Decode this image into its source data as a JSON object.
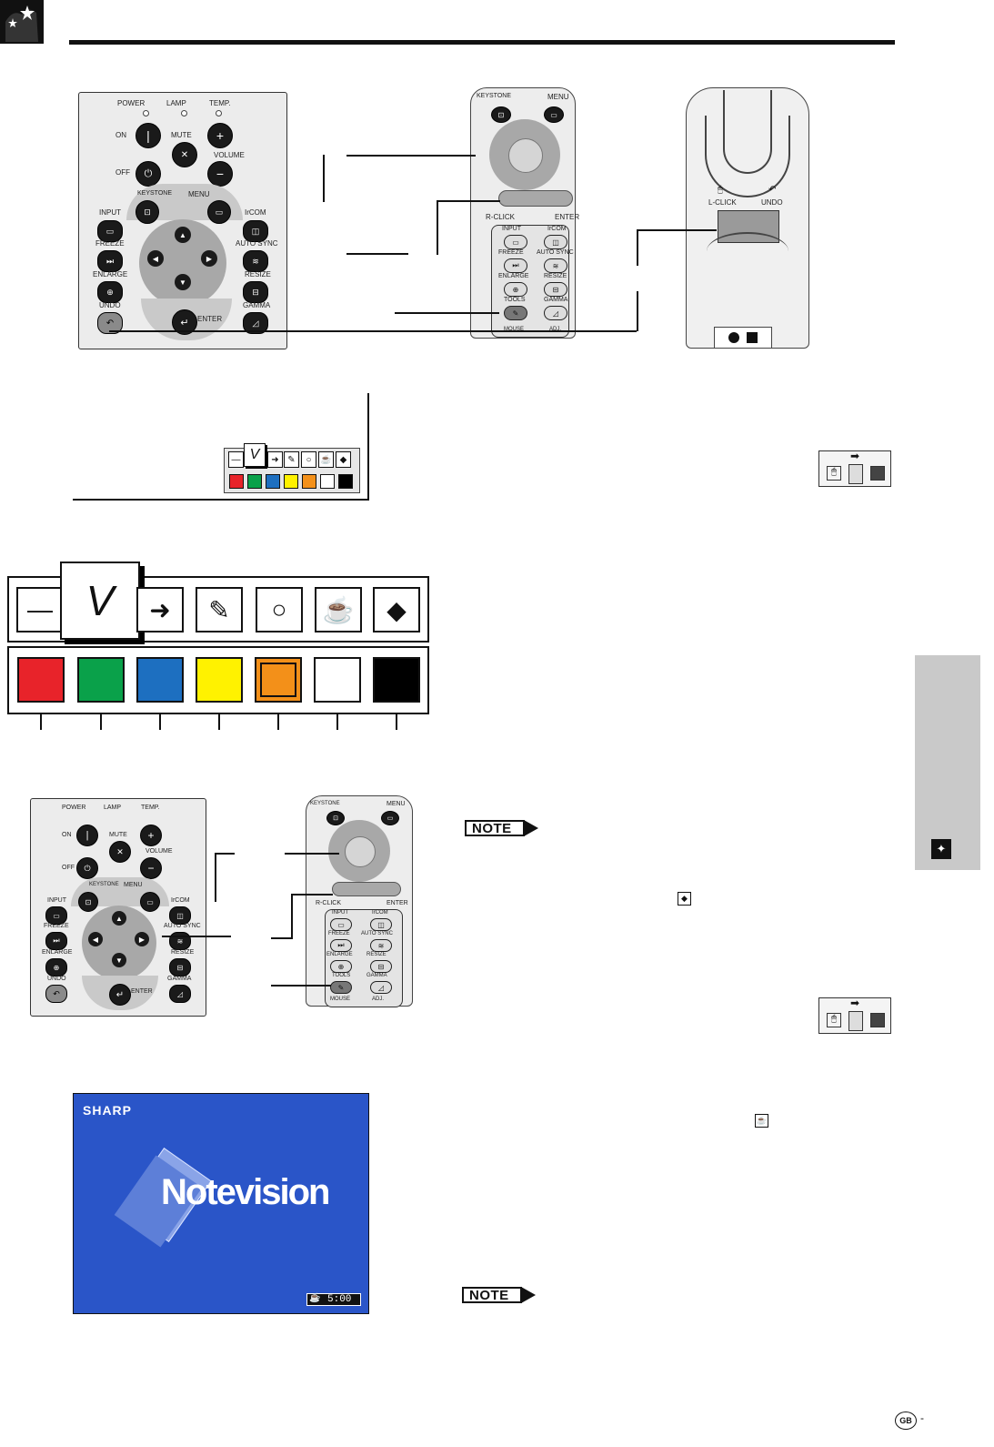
{
  "remote_panel": {
    "power": "POWER",
    "lamp": "LAMP",
    "temp": "TEMP.",
    "on": "ON",
    "off": "OFF",
    "mute": "MUTE",
    "volume": "VOLUME",
    "keystone": "KEYSTONE",
    "menu": "MENU",
    "input": "INPUT",
    "ircom": "IrCOM",
    "freeze": "FREEZE",
    "auto_sync": "AUTO SYNC",
    "enlarge": "ENLARGE",
    "resize": "RESIZE",
    "undo": "UNDO",
    "gamma": "GAMMA",
    "enter": "ENTER"
  },
  "handheld": {
    "keystone": "KEYSTONE",
    "menu": "MENU",
    "r_click": "R-CLICK",
    "enter": "ENTER",
    "input": "INPUT",
    "ircom": "IrCOM",
    "freeze": "FREEZE",
    "auto_sync": "AUTO SYNC",
    "enlarge": "ENLARGE",
    "resize": "RESIZE",
    "tools": "TOOLS",
    "gamma": "GAMMA",
    "mouse": "MOUSE",
    "adj": "ADJ."
  },
  "rear_remote": {
    "l_click": "L-CLICK",
    "undo": "UNDO"
  },
  "toolbar": {
    "tools": [
      "line-tool-icon",
      "check-tool-icon",
      "arrow-tool-icon",
      "pen-tool-icon",
      "circle-tool-icon",
      "cup-tool-icon",
      "eraser-tool-icon"
    ],
    "colors": [
      "#e8232a",
      "#0aa14a",
      "#1d6fc0",
      "#fff200",
      "#f39019",
      "#ffffff",
      "#000000"
    ]
  },
  "notes": {
    "note_label_1": "NOTE",
    "note_label_2": "NOTE"
  },
  "screen": {
    "brand": "SHARP",
    "logo_text": "Notevision",
    "timer": "5:00"
  },
  "footer": {
    "region_badge": "GB",
    "dash": "-"
  }
}
